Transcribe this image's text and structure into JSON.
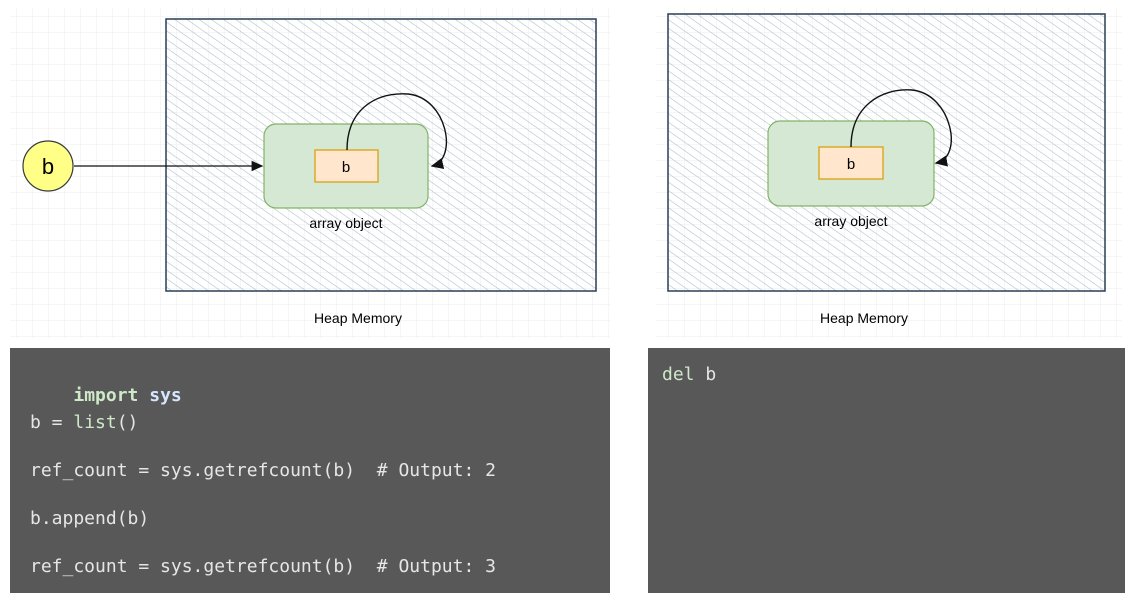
{
  "left_diagram": {
    "variable_label": "b",
    "inner_element_label": "b",
    "object_label": "array object",
    "heap_label": "Heap Memory"
  },
  "right_diagram": {
    "inner_element_label": "b",
    "object_label": "array object",
    "heap_label": "Heap Memory"
  },
  "left_code": {
    "line1_kw": "import",
    "line1_mod": "sys",
    "line2_a": "b = ",
    "line2_fn": "list",
    "line2_b": "()",
    "line3": "ref_count = sys.getrefcount(b)  # Output: 2",
    "line4": "b.append(b)",
    "line5": "ref_count = sys.getrefcount(b)  # Output: 3"
  },
  "right_code": {
    "kw": "del",
    "name": "b"
  },
  "colors": {
    "heap_stroke": "#2a3f55",
    "hatch": "#a9bccb",
    "object_fill": "#d5e8d4",
    "object_stroke": "#82b366",
    "element_fill": "#ffe6cc",
    "element_stroke": "#d79b00",
    "variable_fill": "#ffff88",
    "variable_stroke": "#36393d",
    "code_bg": "#585858"
  }
}
